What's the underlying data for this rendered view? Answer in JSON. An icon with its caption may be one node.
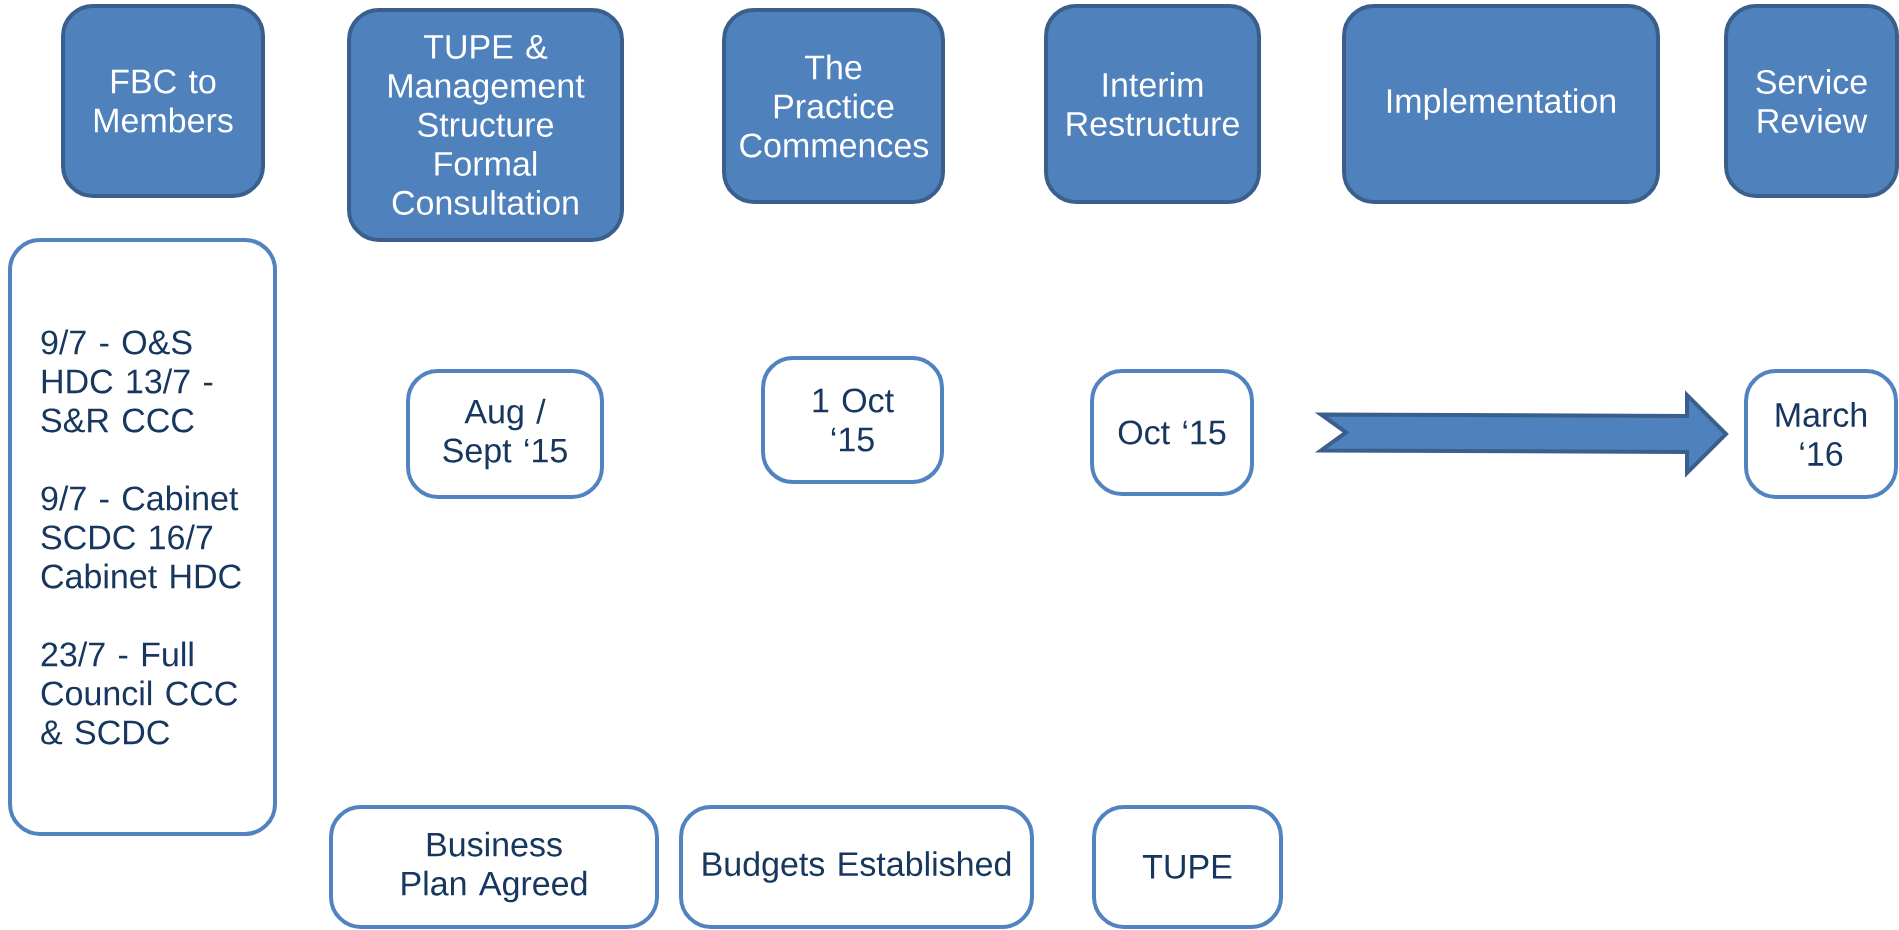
{
  "diagram": {
    "nodes": [
      {
        "text": [
          "FBC to Members"
        ]
      },
      {
        "text": [
          "TUPE & Management Structure Formal Consultation"
        ]
      },
      {
        "text": [
          "The Practice Commences"
        ]
      },
      {
        "text": [
          "Interim Restructure"
        ]
      },
      {
        "text": [
          "Implementation"
        ]
      },
      {
        "text": [
          "Service Review"
        ]
      },
      {
        "text": [
          "9/7 - O&S HDC 13/7 - S&R CCC",
          "9/7 - Cabinet SCDC 16/7 Cabinet HDC",
          "23/7 - Full Council CCC & SCDC"
        ]
      },
      {
        "text": [
          "Aug / Sept ‘15"
        ]
      },
      {
        "text": [
          "1 Oct ‘15"
        ]
      },
      {
        "text": [
          "Oct ‘15"
        ]
      },
      {
        "text": [
          "March ‘16"
        ]
      },
      {
        "text": [
          "Business Plan Agreed"
        ]
      },
      {
        "text": [
          "Budgets Established"
        ]
      },
      {
        "text": [
          "TUPE"
        ]
      }
    ],
    "edges": [
      {
        "from": 9,
        "to": 10,
        "arrow": "to"
      }
    ]
  }
}
